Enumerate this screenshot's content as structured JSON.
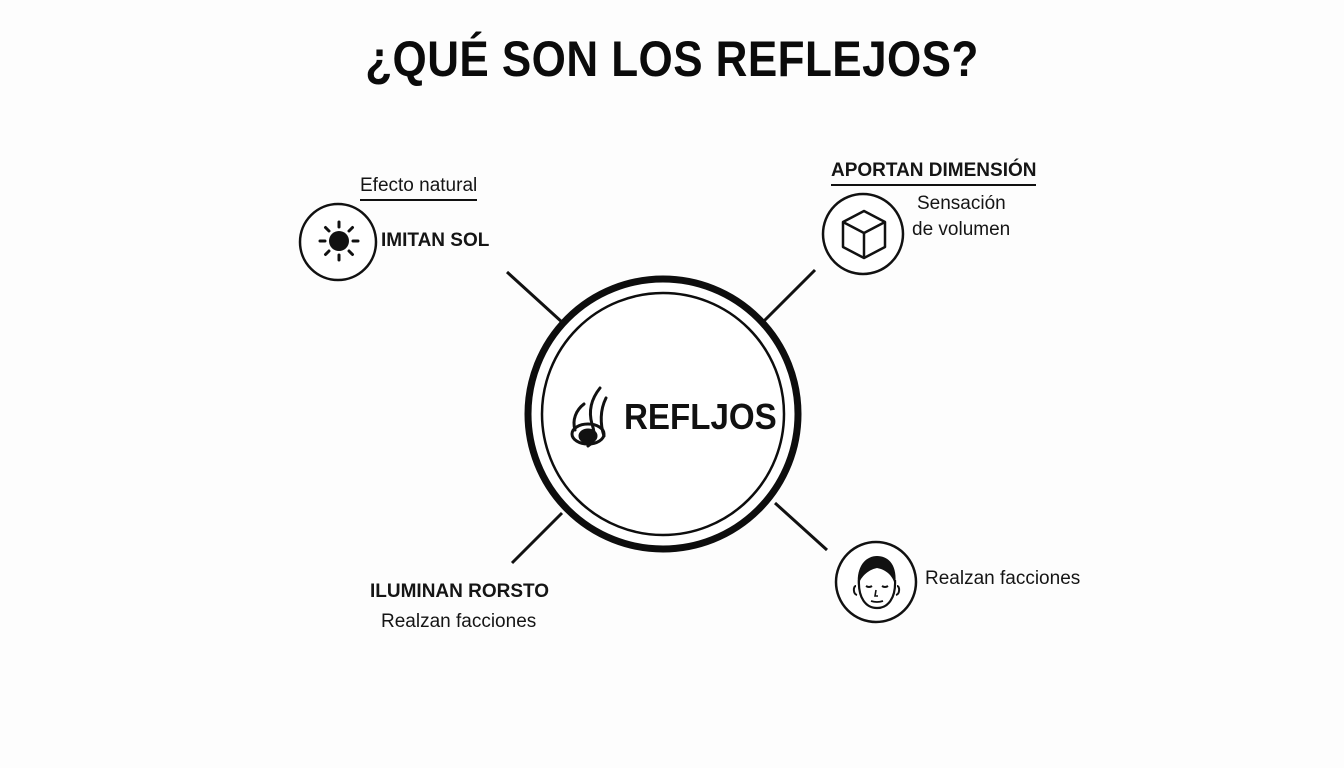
{
  "title": "¿QUÉ SON LOS REFLEJOS?",
  "center": {
    "label": "REFLJOS",
    "icon": "hair-strand-icon"
  },
  "nodes": {
    "top_left": {
      "caption": "Efecto natural",
      "label": "IMITAN SOL",
      "icon": "sun-icon"
    },
    "top_right": {
      "label": "APORTAN DIMENSIÓN",
      "caption_line1": "Sensación",
      "caption_line2": "de volumen",
      "icon": "cube-icon"
    },
    "bottom_left": {
      "label": "ILUMINAN RORSTO",
      "caption": "Realzan facciones"
    },
    "bottom_right": {
      "caption": "Realzan facciones",
      "icon": "face-icon"
    }
  },
  "colors": {
    "ink": "#111111",
    "background": "#fdfdfd"
  }
}
